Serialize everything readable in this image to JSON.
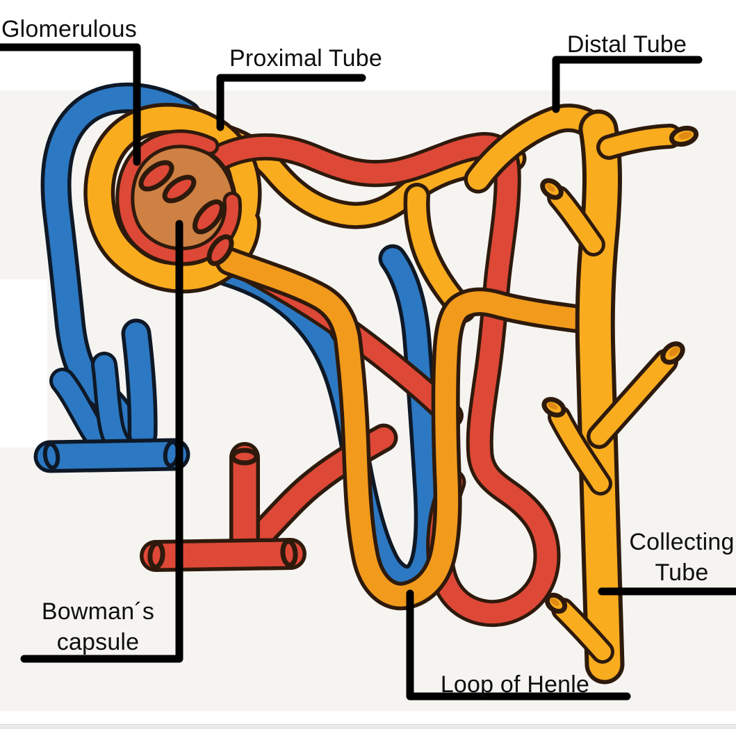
{
  "diagram": {
    "type": "nephron-anatomy-hand-drawing",
    "description": "Hand-drawn marker illustration of a kidney nephron on off-white paper: blue vein, red artery, yellow-orange tubules with labeled parts",
    "labels": {
      "glomerulous": {
        "text": "Glomerulous"
      },
      "proximal": {
        "text": "Proximal Tube"
      },
      "distal": {
        "text": "Distal Tube"
      },
      "bowman": {
        "line1": "Bowman´s",
        "line2": "capsule"
      },
      "henle": {
        "text": "Loop of Henle"
      },
      "collecting": {
        "line1": "Collecting",
        "line2": "Tube"
      }
    },
    "parts": [
      "glomerulus capillary tuft",
      "bowmans capsule ring",
      "proximal tube",
      "distal tube",
      "loop of henle",
      "collecting tube with branches",
      "renal artery (red)",
      "renal vein (blue)"
    ]
  },
  "colors": {
    "tubule_yellow": "#F9AC1E",
    "tubule_orange": "#F29A1C",
    "vessel_red": "#DE4837",
    "vessel_blue": "#2C78C2",
    "outline_dark": "#2E1A0C",
    "outline_blue_dark": "#0E1826",
    "glomerulus_orange": "#CE8143",
    "oval_red": "#D94434",
    "paper_bg": "#F5F4F1",
    "page_bg": "#FFFFFF",
    "footer_gray": "#E9E9E9",
    "footer_border": "#D9D9D9",
    "label_black": "#0E0E0E",
    "leader_black": "#000000"
  }
}
